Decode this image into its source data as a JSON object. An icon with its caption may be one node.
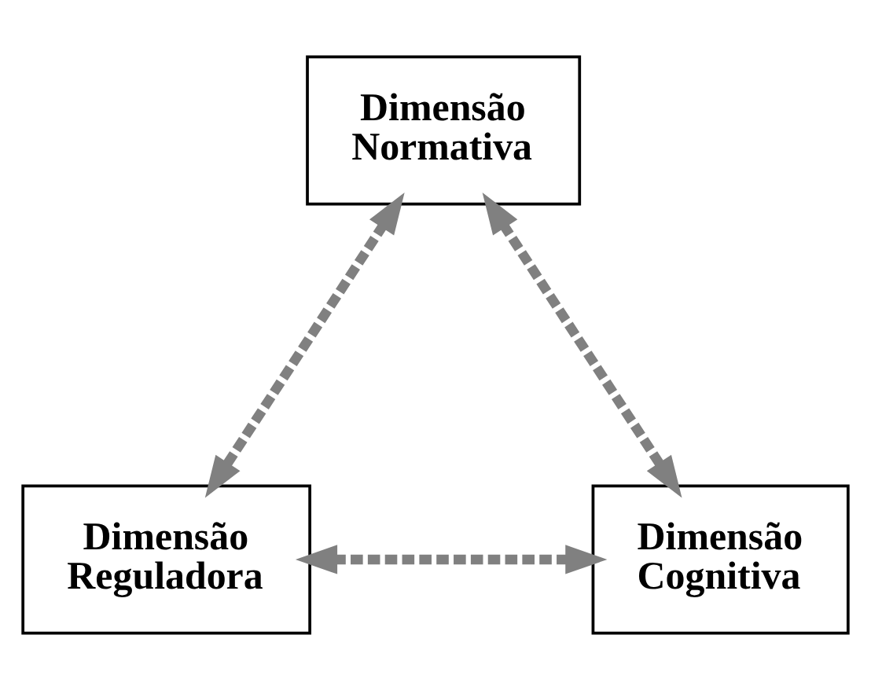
{
  "diagram": {
    "nodes": [
      {
        "text": [
          "Dimensão Normativa"
        ]
      },
      {
        "text": [
          "Dimensão Reguladora"
        ]
      },
      {
        "text": [
          "Dimensão Cognitiva"
        ]
      }
    ],
    "edges": [
      {
        "from": 0,
        "to": 1,
        "arrow": "both",
        "style": "dashed"
      },
      {
        "from": 0,
        "to": 2,
        "arrow": "both",
        "style": "dashed"
      },
      {
        "from": 1,
        "to": 2,
        "arrow": "both",
        "style": "dashed"
      }
    ]
  }
}
